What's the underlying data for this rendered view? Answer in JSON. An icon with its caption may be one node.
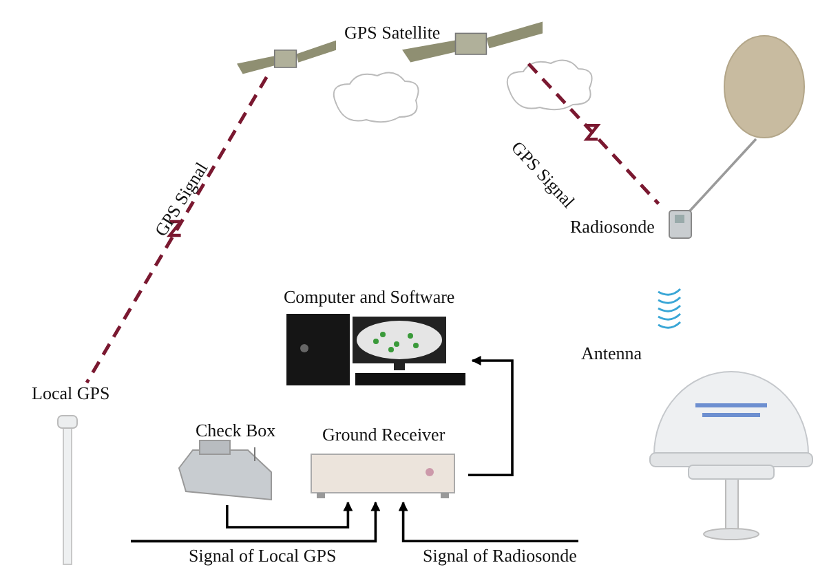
{
  "diagram": {
    "nodes": [
      {
        "text": [],
        "shape": "picture"
      },
      {
        "text": [],
        "shape": "picture"
      },
      {
        "text": [],
        "shape": "circle"
      },
      {
        "text": [
          "Radiosonde"
        ]
      },
      {
        "text": [
          "Antenna"
        ]
      },
      {
        "text": [
          "Local GPS"
        ]
      },
      {
        "text": [
          "Computer and Software"
        ]
      },
      {
        "text": [
          "Check Box"
        ]
      },
      {
        "text": [
          "Ground Receiver"
        ]
      }
    ],
    "edges": [
      {
        "from": 0,
        "to": 5,
        "arrow": "none",
        "label": "GPS Signal",
        "style": "dashed",
        "color": "#7a1830"
      },
      {
        "from": 1,
        "to": 3,
        "arrow": "none",
        "label": "GPS Signal",
        "style": "dashed",
        "color": "#7a1830"
      },
      {
        "from": 2,
        "to": 3,
        "arrow": "none",
        "color": "#9a9a9a"
      },
      {
        "from": 8,
        "to": 6,
        "arrow": "to"
      },
      {
        "from": 7,
        "to": 8,
        "arrow": "to"
      },
      {
        "from": 5,
        "to": 8,
        "arrow": "to",
        "label": "Signal of Local GPS"
      },
      {
        "from": 4,
        "to": 8,
        "arrow": "to",
        "label": "Signal of Radiosonde"
      }
    ],
    "labels": [
      "GPS Satellite"
    ]
  }
}
